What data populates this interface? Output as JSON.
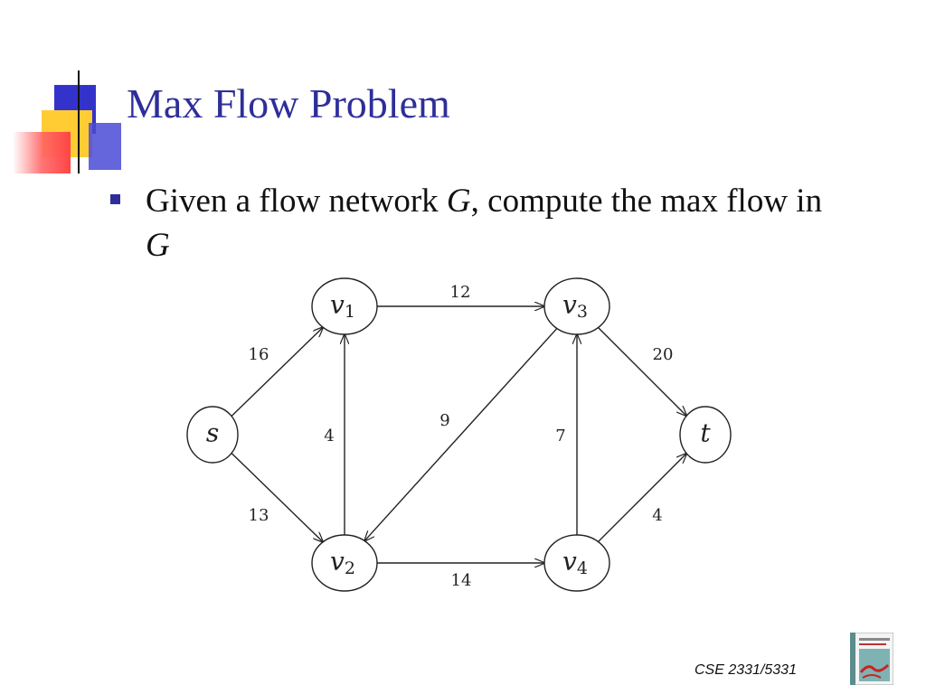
{
  "slide": {
    "title": "Max Flow Problem",
    "bullet": {
      "prefix": "Given a flow network ",
      "var1": "G",
      "middle": ", compute the max flow in ",
      "var2": "G"
    },
    "footer": "CSE 2331/5331"
  },
  "colors": {
    "title": "#2e2e9a",
    "bullet_marker": "#2e2e9a",
    "deco_blue": "#3333cc",
    "deco_yellow": "#ffcc33",
    "deco_red": "#ff6666"
  },
  "graph": {
    "nodes": [
      {
        "id": "s",
        "label": "s"
      },
      {
        "id": "v1",
        "label": "v",
        "sub": "1"
      },
      {
        "id": "v2",
        "label": "v",
        "sub": "2"
      },
      {
        "id": "v3",
        "label": "v",
        "sub": "3"
      },
      {
        "id": "v4",
        "label": "v",
        "sub": "4"
      },
      {
        "id": "t",
        "label": "t"
      }
    ],
    "edges": [
      {
        "from": "s",
        "to": "v1",
        "capacity": "16"
      },
      {
        "from": "s",
        "to": "v2",
        "capacity": "13"
      },
      {
        "from": "v2",
        "to": "v1",
        "capacity": "4"
      },
      {
        "from": "v1",
        "to": "v3",
        "capacity": "12"
      },
      {
        "from": "v3",
        "to": "v2",
        "capacity": "9"
      },
      {
        "from": "v2",
        "to": "v4",
        "capacity": "14"
      },
      {
        "from": "v4",
        "to": "v3",
        "capacity": "7"
      },
      {
        "from": "v3",
        "to": "t",
        "capacity": "20"
      },
      {
        "from": "v4",
        "to": "t",
        "capacity": "4"
      }
    ]
  }
}
